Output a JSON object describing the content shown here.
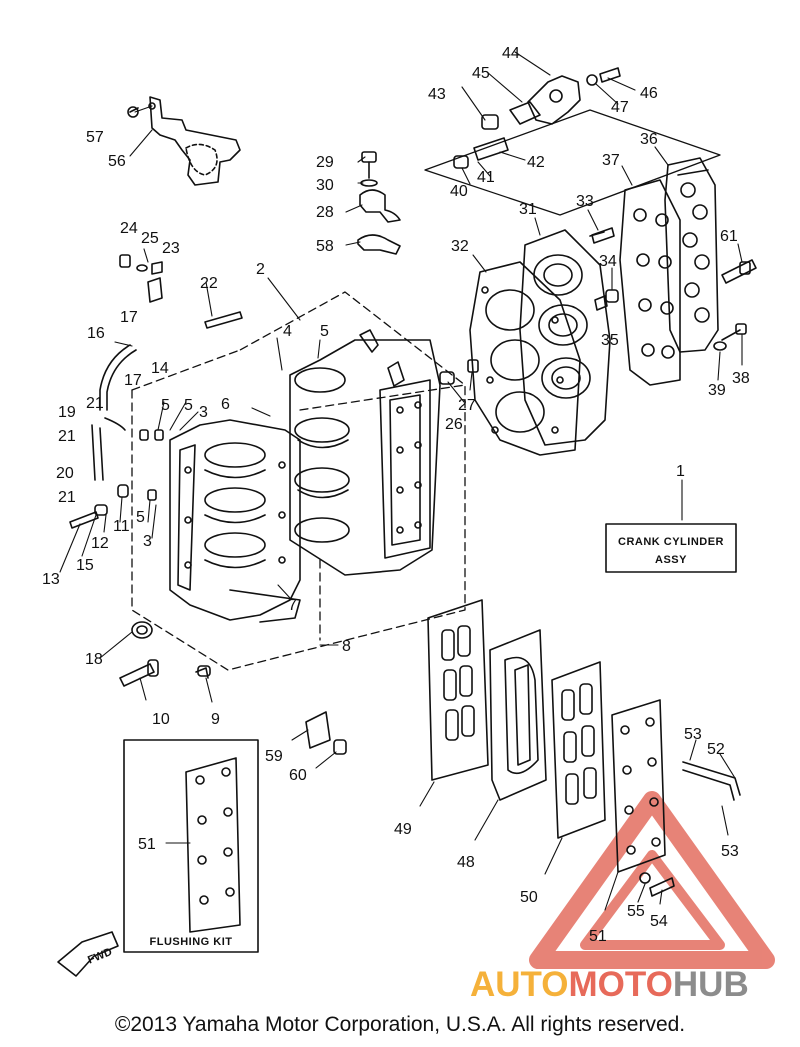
{
  "title_box": {
    "line1": "CRANK CYLINDER",
    "line2": "ASSY"
  },
  "flushing_kit_label": "FLUSHING KIT",
  "fwd_label": "FWD",
  "watermark": {
    "part1": "AUTO",
    "part2": "MOTO",
    "part3": "HUB",
    "colors": [
      "#f5b13a",
      "#e76a5a",
      "#8c8c8c"
    ]
  },
  "copyright": "©2013 Yamaha Motor Corporation, U.S.A. All rights reserved.",
  "callouts": [
    "1",
    "2",
    "3",
    "3",
    "4",
    "5",
    "5",
    "5",
    "5",
    "6",
    "7",
    "8",
    "9",
    "10",
    "11",
    "12",
    "13",
    "14",
    "15",
    "16",
    "17",
    "17",
    "18",
    "19",
    "20",
    "21",
    "21",
    "21",
    "22",
    "23",
    "24",
    "25",
    "26",
    "27",
    "28",
    "29",
    "30",
    "31",
    "32",
    "33",
    "34",
    "35",
    "36",
    "37",
    "38",
    "39",
    "40",
    "41",
    "42",
    "43",
    "44",
    "45",
    "46",
    "47",
    "48",
    "49",
    "50",
    "51",
    "51",
    "52",
    "53",
    "53",
    "54",
    "55",
    "56",
    "57",
    "58",
    "59",
    "60",
    "61"
  ]
}
